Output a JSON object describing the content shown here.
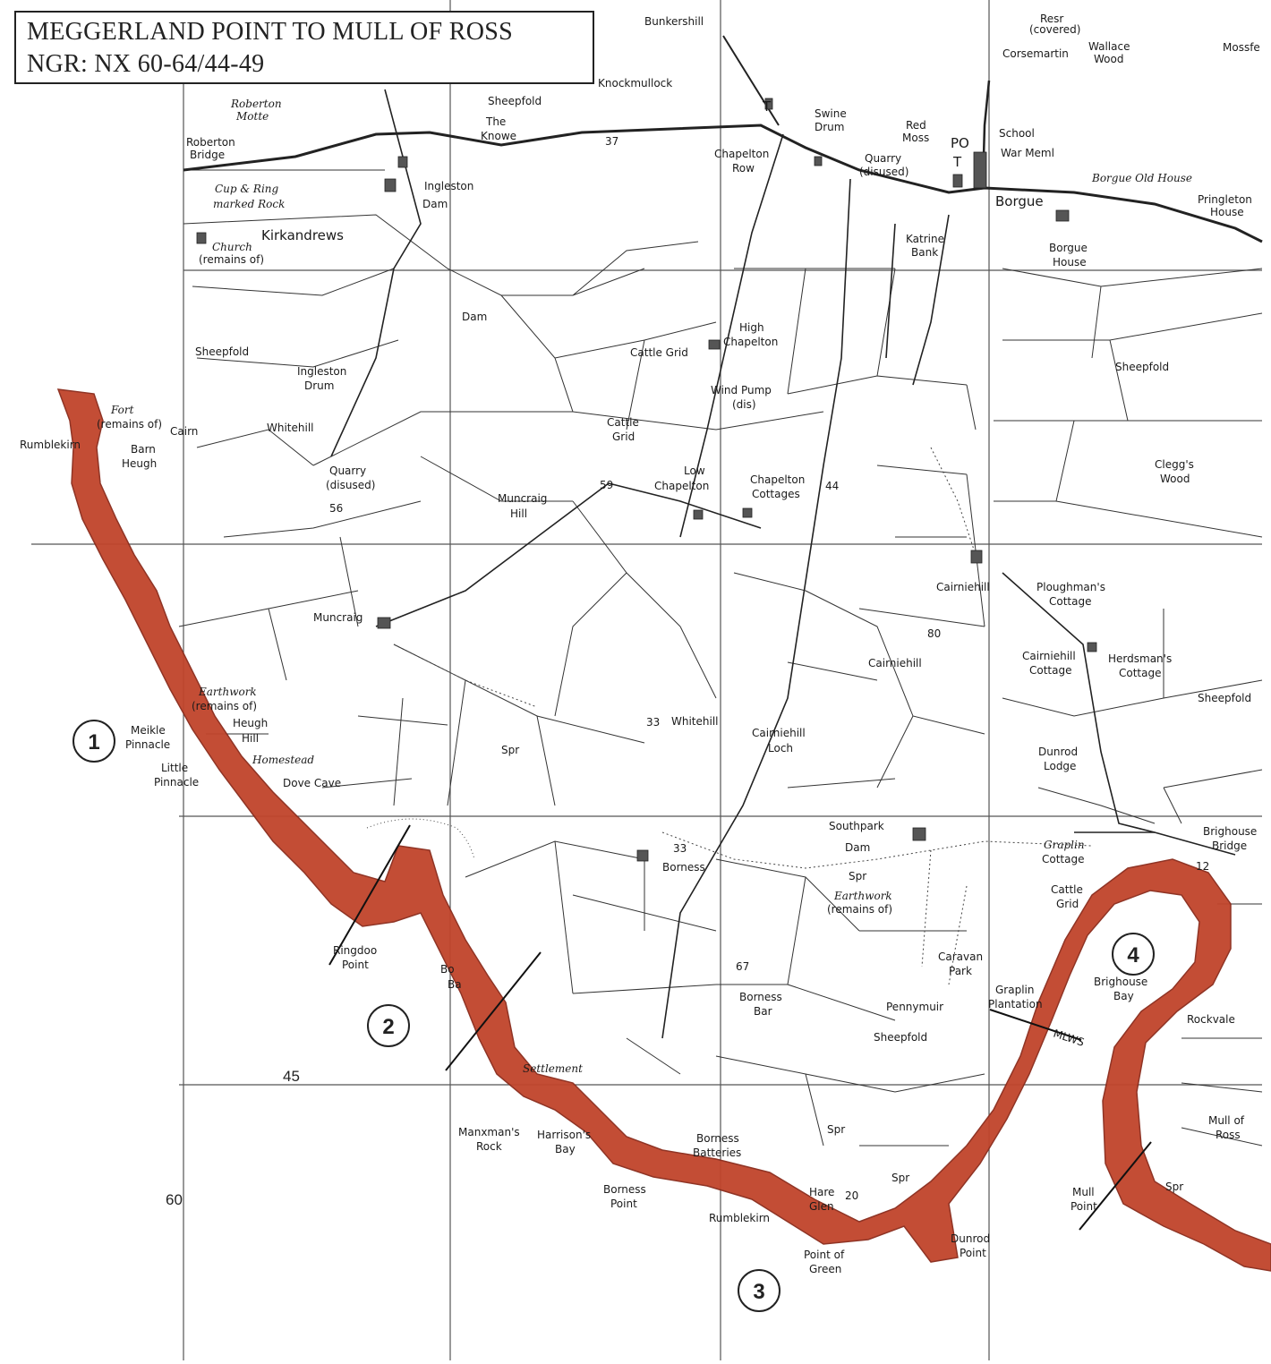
{
  "title": {
    "line1": "MEGGERLAND POINT TO MULL OF ROSS",
    "line2": "NGR: NX 60-64/44-49"
  },
  "colors": {
    "coast": "#c0442b",
    "coast_edge": "#8a2a1a",
    "ink": "#222222",
    "paper": "#ffffff"
  },
  "grid_labels": {
    "easting_60": "60",
    "northing_45": "45"
  },
  "sections": [
    "1",
    "2",
    "3",
    "4"
  ],
  "places": {
    "bunkershill": "Bunkershill",
    "resr": "Resr",
    "covered": "(covered)",
    "corsemartin": "Corsemartin",
    "wallace": "Wallace",
    "wood": "Wood",
    "mossfe": "Mossfe",
    "knockmullock": "Knockmullock",
    "sheepfold_1": "Sheepfold",
    "the": "The",
    "knowe": "Knowe",
    "robertson": "Roberton",
    "motte": "Motte",
    "robertson_b": "Roberton",
    "bridge": "Bridge",
    "swine": "Swine",
    "drum": "Drum",
    "red": "Red",
    "moss": "Moss",
    "school": "School",
    "po": "PO",
    "t1": "T",
    "t2": "T",
    "war_meml": "War Meml",
    "quarry": "Quarry",
    "disused": "(disused)",
    "chapelton": "Chapelton",
    "row": "Row",
    "n37": "37",
    "borgue_old_house": "Borgue Old House",
    "pringleton": "Pringleton",
    "house": "House",
    "cup_ring": "Cup & Ring",
    "marked_rock": "marked Rock",
    "ingleston": "Ingleston",
    "dam": "Dam",
    "borgue": "Borgue",
    "kirkandrews": "Kirkandrews",
    "church": "Church",
    "remains_of": "(remains of)",
    "katrine": "Katrine",
    "bank": "Bank",
    "borgue_h": "Borgue",
    "house_h": "House",
    "dam2": "Dam",
    "high": "High",
    "chapelton_h": "Chapelton",
    "sheepfold_2": "Sheepfold",
    "ingleston_d": "Ingleston",
    "drum_d": "Drum",
    "cattle_grid": "Cattle Grid",
    "sheepfold_3": "Sheepfold",
    "wind_pump": "Wind Pump",
    "dis": "(dis)",
    "fort": "Fort",
    "remains_of_f": "(remains of)",
    "rumblekirn_1": "Rumblekirn",
    "cairn": "Cairn",
    "barn": "Barn",
    "heugh": "Heugh",
    "whitehill_1": "Whitehill",
    "cattle": "Cattle",
    "grid": "Grid",
    "quarry_2": "Quarry",
    "disused_2": "(disused)",
    "n56": "56",
    "muncraig": "Muncraig",
    "hill": "Hill",
    "n59": "59",
    "low": "Low",
    "chapelton_l": "Chapelton",
    "chapelton_c": "Chapelton",
    "cottages": "Cottages",
    "n44": "44",
    "cleggs": "Clegg's",
    "wood_c": "Wood",
    "cairniehill": "Cairniehill",
    "ploughmans": "Ploughman's",
    "cottage_p": "Cottage",
    "muncraig_f": "Muncraig",
    "n80": "80",
    "cairniehill_2": "Cairniehill",
    "cairniehill_c": "Cairniehill",
    "cottage_c": "Cottage",
    "herdsmans": "Herdsman's",
    "cottage_h": "Cottage",
    "earthwork": "Earthwork",
    "remains_of_e": "(remains of)",
    "heugh_h": "Heugh",
    "hill_h": "Hill",
    "sheepfold_4": "Sheepfold",
    "whitehill_2": "Whitehill",
    "n33": "33",
    "spr_1": "Spr",
    "cairniehill_l": "Cairniehill",
    "loch": "Loch",
    "meikle": "Meikle",
    "pinnacle": "Pinnacle",
    "little": "Little",
    "pinnacle_l": "Pinnacle",
    "homestead": "Homestead",
    "dove_cave": "Dove Cave",
    "dunrod": "Dunrod",
    "lodge": "Lodge",
    "southpark": "Southpark",
    "dam_s": "Dam",
    "brighouse": "Brighouse",
    "bridge_b": "Bridge",
    "graplin": "Graplin",
    "cottage_g": "Cottage",
    "n33b": "33",
    "borness": "Borness",
    "n12": "12",
    "earthwork_2": "Earthwork",
    "remains_of_e2": "(remains of)",
    "spr_2": "Spr",
    "cattle_g": "Cattle",
    "grid_g": "Grid",
    "ringdoo": "Ringdoo",
    "point_r": "Point",
    "borness_bay_a": "Bo",
    "borness_bay_b": "Ba",
    "caravan": "Caravan",
    "park": "Park",
    "graplin_p": "Graplin",
    "plantation": "Plantation",
    "pennymuir": "Pennymuir",
    "mlws": "MLWS",
    "brighouse_bay": "Brighouse",
    "bay": "Bay",
    "rockvale": "Rockvale",
    "n67": "67",
    "borness_b": "Borness",
    "bar": "Bar",
    "sheepfold_5": "Sheepfold",
    "settlement": "Settlement",
    "mull_of": "Mull of",
    "ross": "Ross",
    "manxmans": "Manxman's",
    "rock": "Rock",
    "harrisons": "Harrison's",
    "bay_h": "Bay",
    "borness_bt": "Borness",
    "batteries": "Batteries",
    "spr_3": "Spr",
    "borness_pt": "Borness",
    "point_b": "Point",
    "hare": "Hare",
    "glen": "Glen",
    "n20": "20",
    "spr_4": "Spr",
    "mull": "Mull",
    "point_m": "Point",
    "rumblekirn_2": "Rumblekirn",
    "point_of": "Point of",
    "green": "Green",
    "dunrod_p": "Dunrod",
    "point_d": "Point",
    "spr_5": "Spr"
  }
}
